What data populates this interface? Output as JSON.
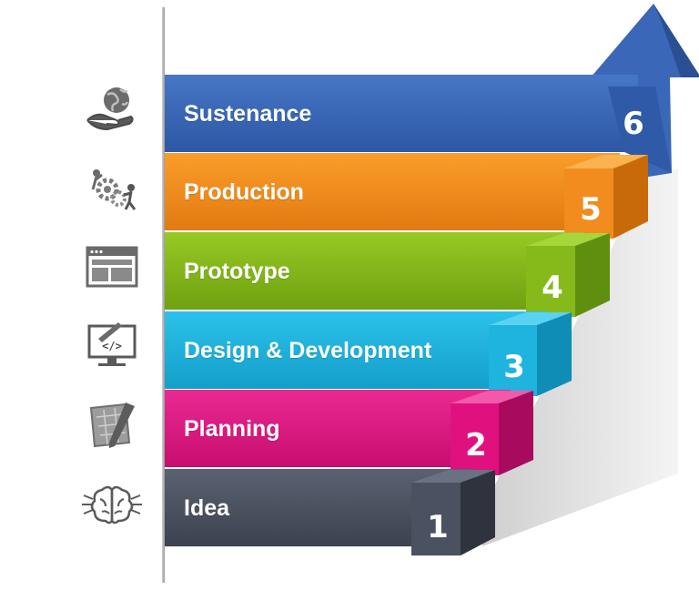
{
  "steps": [
    {
      "number": "1",
      "label": "Idea",
      "icon": "brain-icon",
      "color": "#4a5160"
    },
    {
      "number": "2",
      "label": "Planning",
      "icon": "blueprint-icon",
      "color": "#e0117f"
    },
    {
      "number": "3",
      "label": "Design & Development",
      "icon": "code-monitor-icon",
      "color": "#1fb4de"
    },
    {
      "number": "4",
      "label": "Prototype",
      "icon": "layout-window-icon",
      "color": "#86b91a"
    },
    {
      "number": "5",
      "label": "Production",
      "icon": "worker-gears-icon",
      "color": "#f28c1e"
    },
    {
      "number": "6",
      "label": "Sustenance",
      "icon": "hand-globe-icon",
      "color": "#3a67b8"
    }
  ]
}
